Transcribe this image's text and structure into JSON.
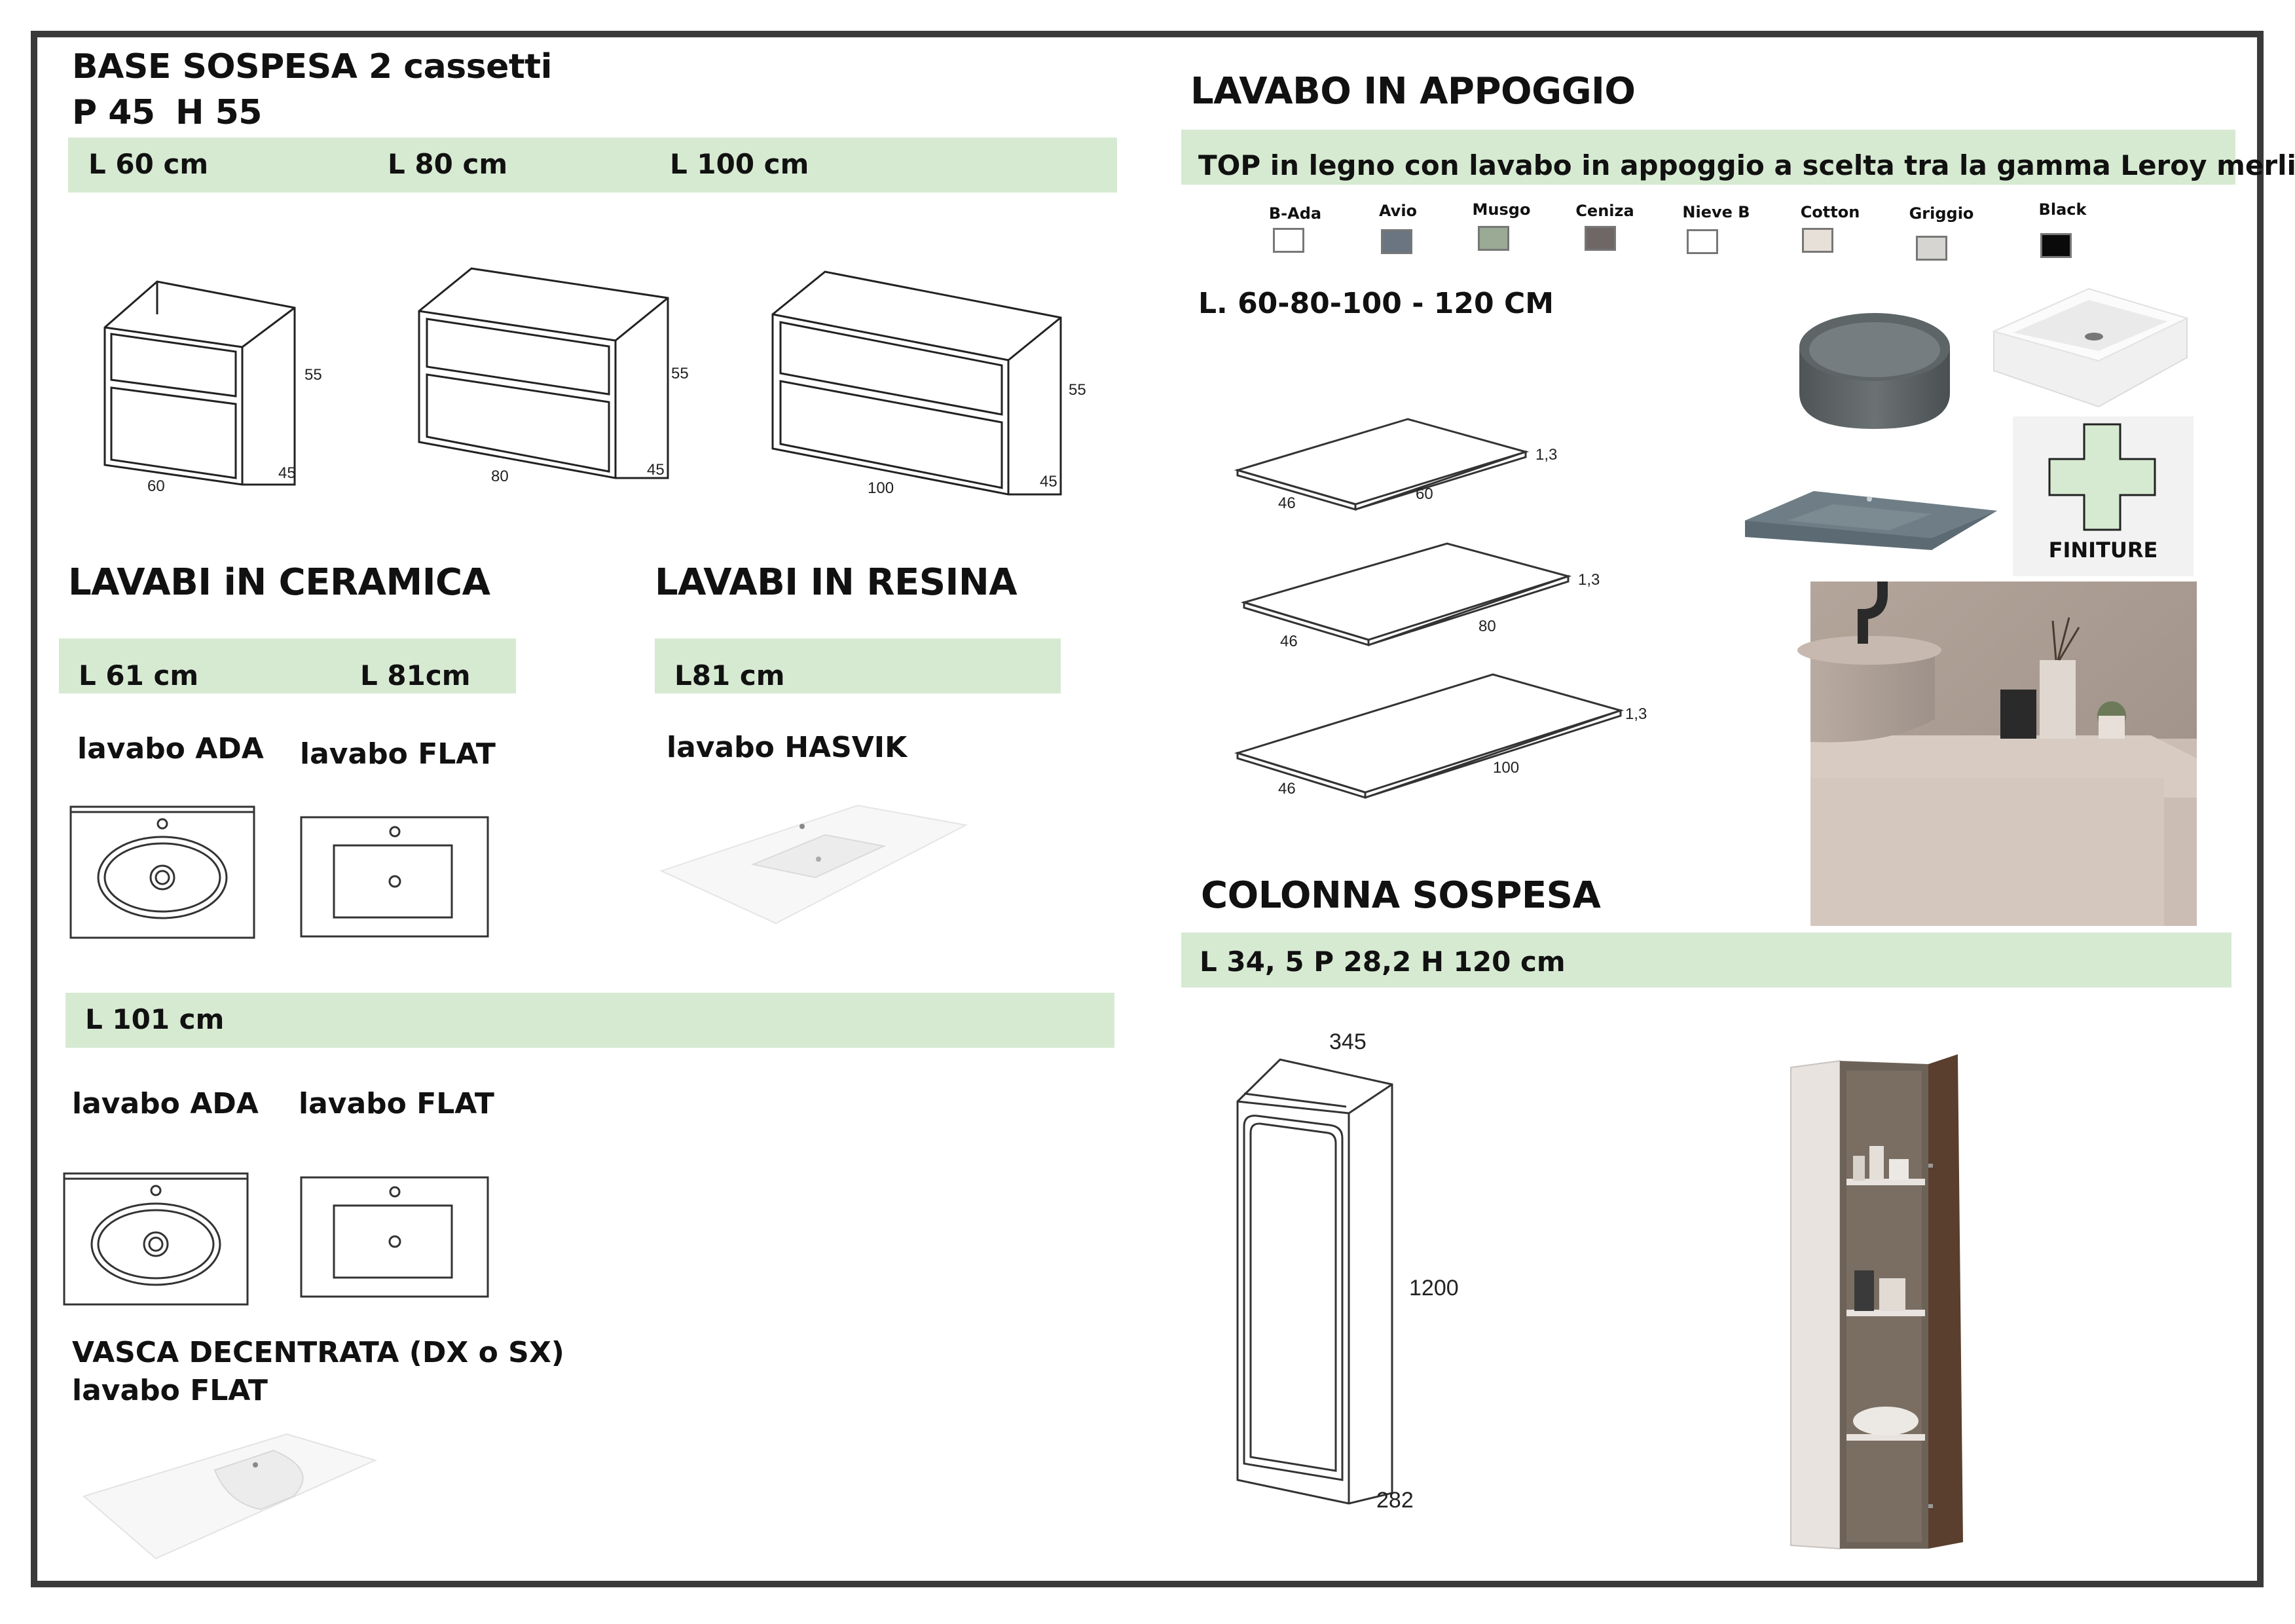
{
  "base": {
    "title": "BASE SOSPESA 2 cassetti",
    "subtitle_p": "P 45",
    "subtitle_h": "H 55",
    "widths": [
      "L 60 cm",
      "L 80 cm",
      "L 100 cm"
    ],
    "cabinets": [
      {
        "w": "60",
        "d": "45",
        "h": "55"
      },
      {
        "w": "80",
        "d": "45",
        "h": "55"
      },
      {
        "w": "100",
        "d": "45",
        "h": "55"
      }
    ]
  },
  "ceramica": {
    "title": "LAVABI iN CERAMICA",
    "band_a": "L 61 cm",
    "band_b": "L 81cm",
    "sink_a": "lavabo ADA",
    "sink_b": "lavabo FLAT"
  },
  "resina": {
    "title": "LAVABI IN RESINA",
    "band": "L81 cm",
    "sink": "lavabo HASVIK"
  },
  "l101": {
    "band": "L 101  cm",
    "sink_a": "lavabo ADA",
    "sink_b": "lavabo FLAT",
    "vasca_line1": "VASCA DECENTRATA  (DX o SX)",
    "vasca_line2": "lavabo FLAT"
  },
  "appoggio": {
    "title": "LAVABO IN APPOGGIO",
    "band": "TOP in legno con lavabo in appoggio a scelta tra la gamma Leroy merlin",
    "sizes": "L. 60-80-100 - 120 CM",
    "swatches": [
      {
        "name": "B-Ada",
        "color": "#ffffff"
      },
      {
        "name": "Avio",
        "color": "#6b7581"
      },
      {
        "name": "Musgo",
        "color": "#9aaa94"
      },
      {
        "name": "Ceniza",
        "color": "#6f6765"
      },
      {
        "name": "Nieve B",
        "color": "#ffffff"
      },
      {
        "name": "Cotton",
        "color": "#e7e0d8"
      },
      {
        "name": "Griggio",
        "color": "#d7d5d1"
      },
      {
        "name": "Black",
        "color": "#0a0a0a"
      }
    ],
    "tops": [
      {
        "d": "46",
        "w": "60",
        "t": "1,3"
      },
      {
        "d": "46",
        "w": "80",
        "t": "1,3"
      },
      {
        "d": "46",
        "w": "100",
        "t": "1,3"
      }
    ],
    "finiture": "FINITURE"
  },
  "colonna": {
    "title": "COLONNA SOSPESA",
    "band": "L 34, 5  P 28,2  H 120 cm",
    "dim_w": "345",
    "dim_h": "1200",
    "dim_d": "282"
  },
  "colors": {
    "band": "#d6ead2",
    "frame": "#3a3a3a",
    "plus_fill": "#d6ead2"
  }
}
